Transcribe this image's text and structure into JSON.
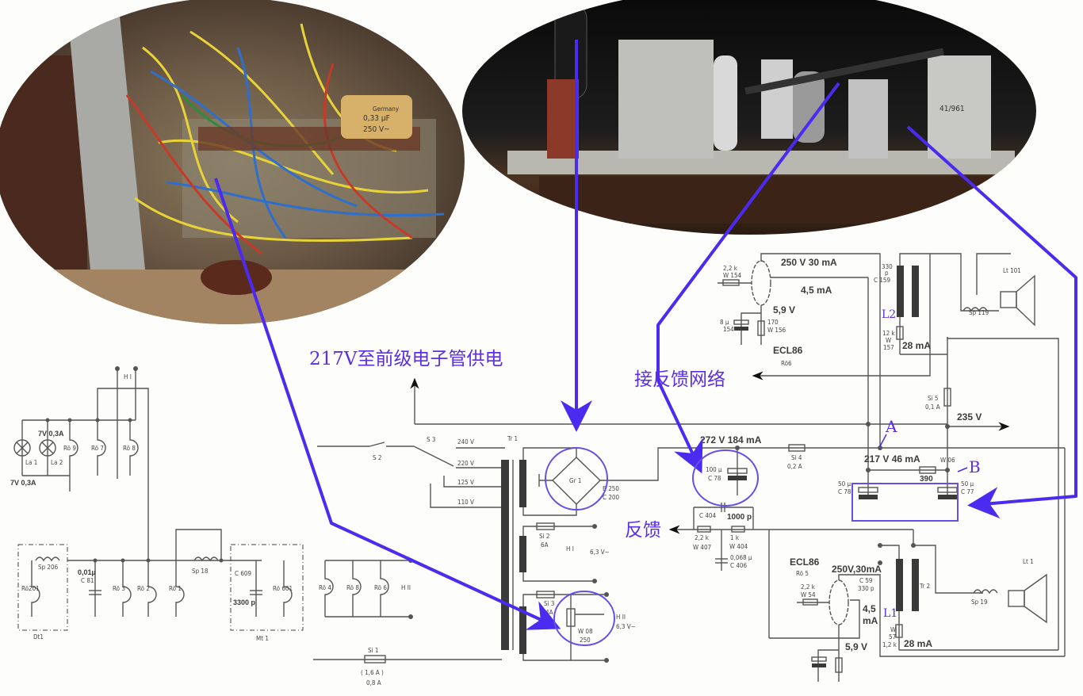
{
  "photos": {
    "chassis_underside": {
      "capacitor_text": [
        "Germany",
        "0,33 µF",
        "250 V~"
      ]
    },
    "chassis_top": {
      "part_text": "41/961"
    }
  },
  "annotations": {
    "front_stage_supply": "217V至前级电子管供电",
    "to_feedback_network": "接反馈网络",
    "feedback": "反馈",
    "point_a": "A",
    "point_b": "B",
    "coil_l2": "L2",
    "coil_l1": "L1"
  },
  "colors": {
    "annotation": "#5b2ee6",
    "wire": "#555555"
  },
  "labels": [
    "H I",
    "7V 0,3A",
    "La 1",
    "La 2",
    "7V 0,3A",
    "Rö 9",
    "Rö 7",
    "Rö 8",
    "Sp 206",
    "Rö201",
    "Dt1",
    "0,01µ",
    "C 81",
    "Rö 3",
    "Rö 2",
    "Rö 1",
    "Sp 18",
    "C 609",
    "3300 p",
    "Rö 601",
    "Mt 1",
    "Rö 4",
    "Rö 8",
    "Rö 6",
    "H II",
    "Si 1",
    "( 1,6 A )",
    "0,8 A",
    "S 2",
    "S 3",
    "240 V",
    "220 V",
    "125 V",
    "110 V",
    "Tr 1",
    "Gr 1",
    "B 250",
    "C 200",
    "Si 2",
    "6A",
    "H I",
    "6,3 V~",
    "Si 3",
    "4A",
    "W 08",
    "250",
    "H II",
    "6,3 V~",
    "2,2 k",
    "W 154",
    "250 V 30 mA",
    "4,5 mA",
    "5,9 V",
    "8 µ",
    "154",
    "170",
    "W 156",
    "ECL86",
    "Rö6",
    "330",
    "p",
    "C 159",
    "12 k",
    "W",
    "157",
    "28 mA",
    "Lt 101",
    "Sp 119",
    "Si 5",
    "0,1 A",
    "235 V",
    "272 V  184 mA",
    "100 µ",
    "C 78",
    "Si 4",
    "0,2 A",
    "217 V  46 mA",
    "W 06",
    "390",
    "50 µ",
    "C 78",
    "50 µ",
    "C 77",
    "C 404",
    "1000 p",
    "2,2 k",
    "W 407",
    "1 k",
    "W 404",
    "0,068 µ",
    "C 406",
    "ECL86",
    "Rö 5",
    "250V,30mA",
    "2,2 k",
    "W 54",
    "C 59",
    "330 p",
    "4,5",
    "mA",
    "W",
    "57",
    "1,2 k",
    "28 mA",
    "Tr 2",
    "Lt 1",
    "Sp 19",
    "5,9 V"
  ]
}
